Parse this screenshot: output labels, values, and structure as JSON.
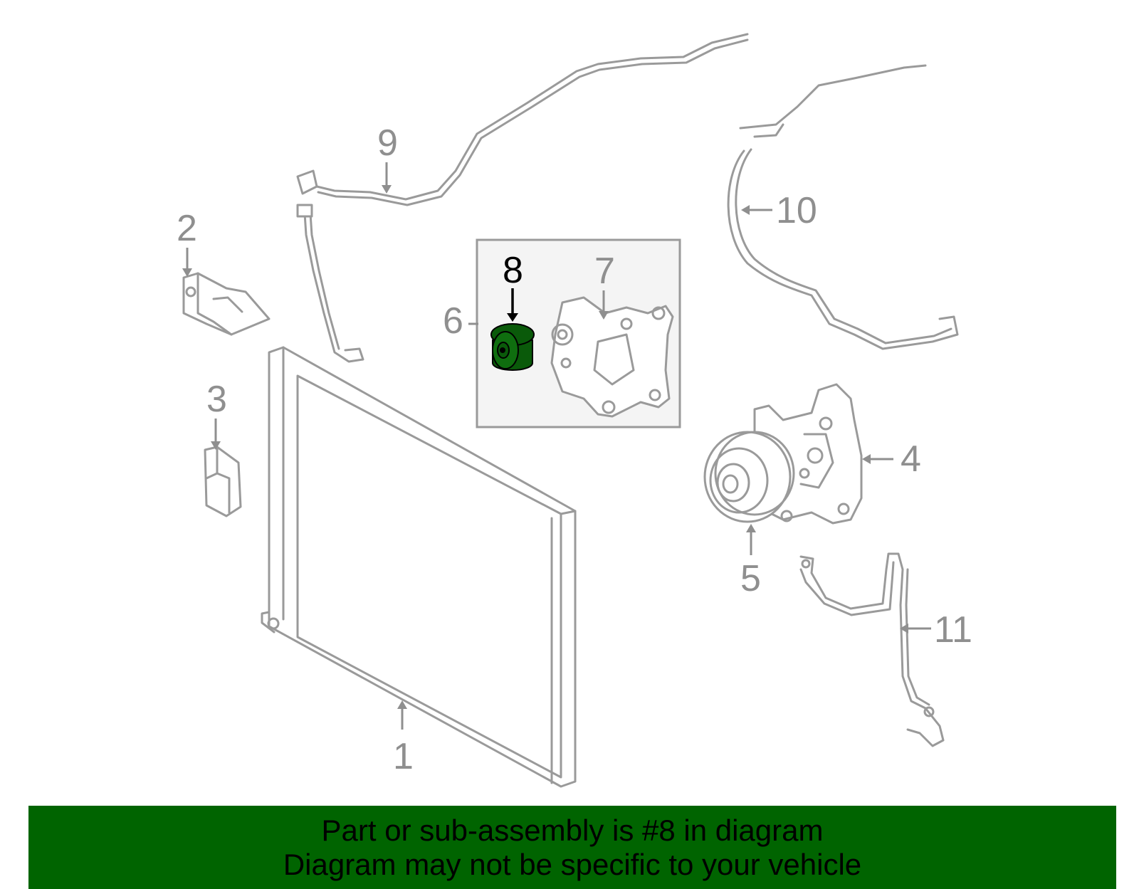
{
  "diagram": {
    "callouts": {
      "c1": "1",
      "c2": "2",
      "c3": "3",
      "c4": "4",
      "c5": "5",
      "c6": "6",
      "c7": "7",
      "c8": "8",
      "c9": "9",
      "c10": "10",
      "c11": "11"
    },
    "highlight_part": "8",
    "colors": {
      "highlight_part": "#0a5a0a",
      "linework": "#9a9a9a",
      "inset_box_fill": "#f4f4f4",
      "banner_background": "#006400"
    }
  },
  "banner": {
    "line1": "Part or sub-assembly is #8 in diagram",
    "line2": "Diagram may not be specific to your vehicle"
  }
}
